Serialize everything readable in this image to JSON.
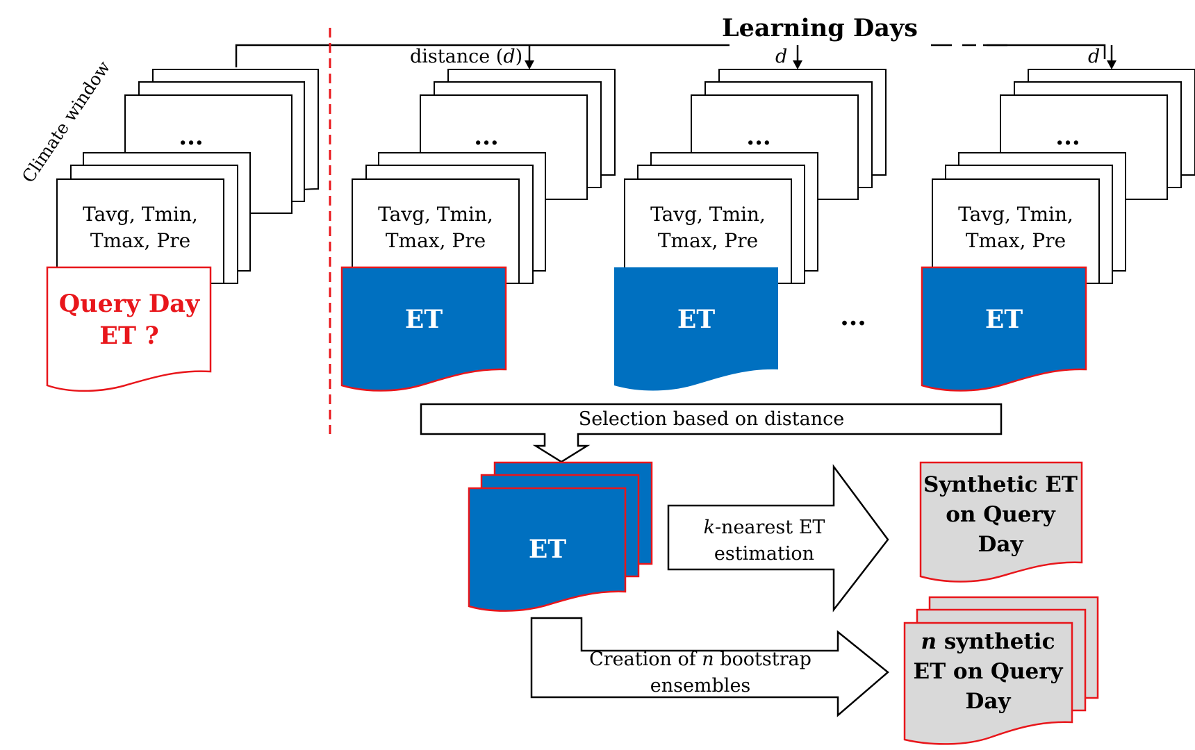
{
  "title": "Learning Days",
  "climate_window_label": "Climate window",
  "distance_label_prefix": "distance (",
  "distance_symbol": "d",
  "distance_label_suffix": ")",
  "ellipsis": "...",
  "variables_line1": "Tavg, Tmin,",
  "variables_line2": "Tmax, Pre",
  "query_day": {
    "line1": "Query Day",
    "line2": "ET ?"
  },
  "et_label": "ET",
  "selection_label": "Selection based on distance",
  "knn_arrow": {
    "italic": "k",
    "line1_rest": "-nearest ET",
    "line2": "estimation"
  },
  "bootstrap_arrow": {
    "line1_pre": "Creation of ",
    "italic": "n",
    "line1_post": " bootstrap",
    "line2": "ensembles"
  },
  "synthetic_et": {
    "line1": "Synthetic ET",
    "line2": "on Query",
    "line3": "Day"
  },
  "n_synthetic": {
    "italic": "n",
    "line1_rest": " synthetic",
    "line2": "ET on Query",
    "line3": "Day"
  },
  "colors": {
    "et_blue": "#0070C0",
    "query_red": "#E8161B",
    "synthetic_gray": "#D9D9D9",
    "outline": "#000000"
  }
}
